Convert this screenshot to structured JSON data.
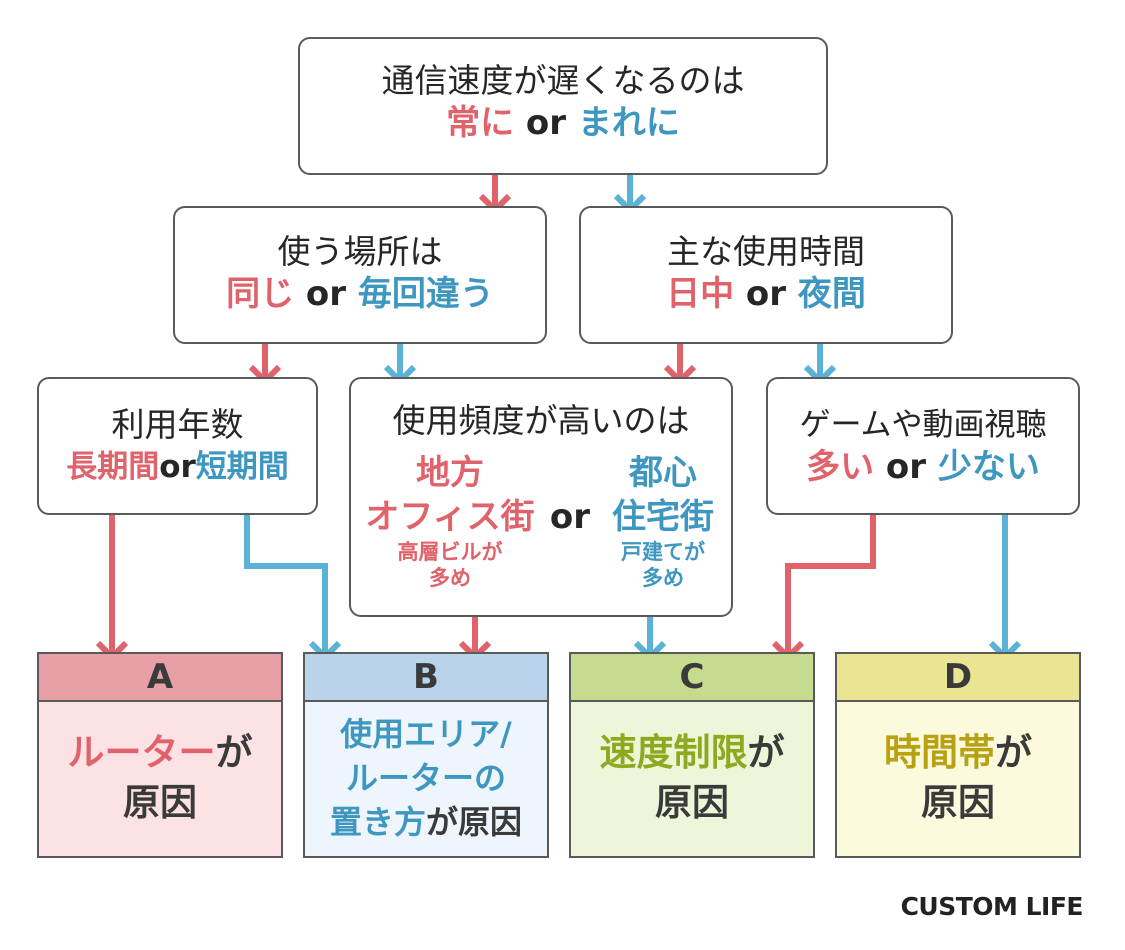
{
  "root": {
    "title": "通信速度が遅くなるのは",
    "opt_a": "常に",
    "or": "or",
    "opt_b": "まれに"
  },
  "place": {
    "title": "使う場所は",
    "opt_a": "同じ",
    "or": "or",
    "opt_b": "毎回違う"
  },
  "time": {
    "title": "主な使用時間",
    "opt_a": "日中",
    "or": "or",
    "opt_b": "夜間"
  },
  "years": {
    "title": "利用年数",
    "opt_a": "長期間",
    "or": "or",
    "opt_b": "短期間"
  },
  "freq": {
    "title": "使用頻度が高いのは",
    "left_line1": "地方",
    "left_line2": "オフィス街",
    "left_note1": "高層ビルが",
    "left_note2": "多め",
    "or": "or",
    "right_line1": "都心",
    "right_line2": "住宅街",
    "right_note1": "戸建てが",
    "right_note2": "多め"
  },
  "game": {
    "title": "ゲームや動画視聴",
    "opt_a": "多い",
    "or": "or",
    "opt_b": "少ない"
  },
  "outcomes": {
    "a": {
      "label": "A",
      "hl": "ルーター",
      "rest": "が",
      "line2": "原因"
    },
    "b": {
      "label": "B",
      "line1": "使用エリア/",
      "line2": "ルーターの",
      "hl3": "置き方",
      "rest3": "が原因"
    },
    "c": {
      "label": "C",
      "hl": "速度制限",
      "rest": "が",
      "line2": "原因"
    },
    "d": {
      "label": "D",
      "hl": "時間帯",
      "rest": "が",
      "line2": "原因"
    }
  },
  "brand": "CUSTOM LIFE",
  "colors": {
    "red_arrow": "#e0626a",
    "blue_arrow": "#5ab3d6",
    "a_head": "#e8a0a6",
    "a_body": "#fde2e5",
    "b_head": "#b9d4ea",
    "b_body": "#eef5fc",
    "c_head": "#c6db8e",
    "c_body": "#eef6d9",
    "d_head": "#e9e592",
    "d_body": "#fbfadd"
  }
}
